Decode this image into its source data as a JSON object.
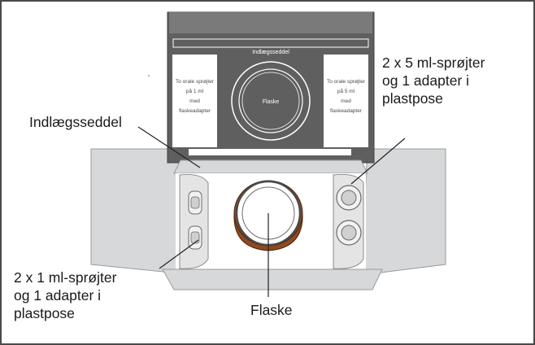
{
  "labels": {
    "insert": "Indlægsseddel",
    "bottle": "Flaske",
    "right_kit": [
      "2 x 5 ml-sprøjter",
      "og 1 adapter i",
      "plastpose"
    ],
    "left_kit": [
      "2 x 1 ml-sprøjter",
      "og 1 adapter i",
      "plastpose"
    ]
  },
  "lid": {
    "heading": "Indlægsseddel",
    "circle_label": "Flaske",
    "left_card": [
      "To orale sprøjter",
      "på 1 ml",
      "med",
      "flaskeadapter"
    ],
    "right_card": [
      "To orale sprøjter",
      "på 5 ml",
      "med",
      "flaskeadapter"
    ]
  },
  "colors": {
    "lid_grey": "#5f5f5f",
    "flap_grey": "#d7d8da",
    "bottle_brown": "#8f4a1f",
    "frame": "#4a4a4a"
  }
}
